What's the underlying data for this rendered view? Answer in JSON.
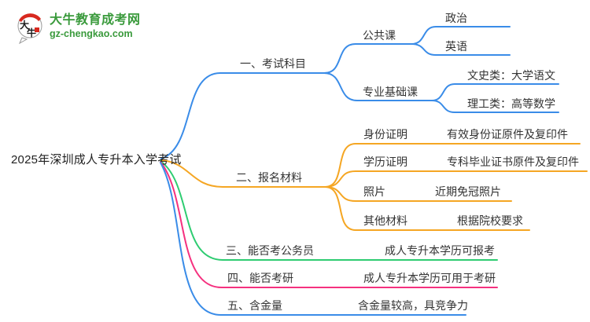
{
  "logo": {
    "site_name": "大牛教育成考网",
    "site_url": "gz-chengkao.com",
    "icon_char_1": "大",
    "icon_char_2": "牛"
  },
  "root": {
    "title": "2025年深圳成人专升本入学考试"
  },
  "branches": [
    {
      "label": "一、考试科目",
      "children": [
        {
          "label": "公共课",
          "children": [
            {
              "label": "政治"
            },
            {
              "label": "英语"
            }
          ]
        },
        {
          "label": "专业基础课",
          "children": [
            {
              "label": "文史类：大学语文"
            },
            {
              "label": "理工类：高等数学"
            }
          ]
        }
      ]
    },
    {
      "label": "二、报名材料",
      "children": [
        {
          "label": "身份证明",
          "value": "有效身份证原件及复印件"
        },
        {
          "label": "学历证明",
          "value": "专科毕业证书原件及复印件"
        },
        {
          "label": "照片",
          "value": "近期免冠照片"
        },
        {
          "label": "其他材料",
          "value": "根据院校要求"
        }
      ]
    },
    {
      "label": "三、能否考公务员",
      "value": "成人专升本学历可报考"
    },
    {
      "label": "四、能否考研",
      "value": "成人专升本学历可用于考研"
    },
    {
      "label": "五、含金量",
      "value": "含金量较高，具竞争力"
    }
  ],
  "colors": {
    "blue": "#3a8ce8",
    "orange": "#f5a623",
    "green": "#2ecc71",
    "pink": "#f5317f",
    "brand_green": "#3a9a3c",
    "logo_red": "#d8291f",
    "text": "#333333"
  }
}
